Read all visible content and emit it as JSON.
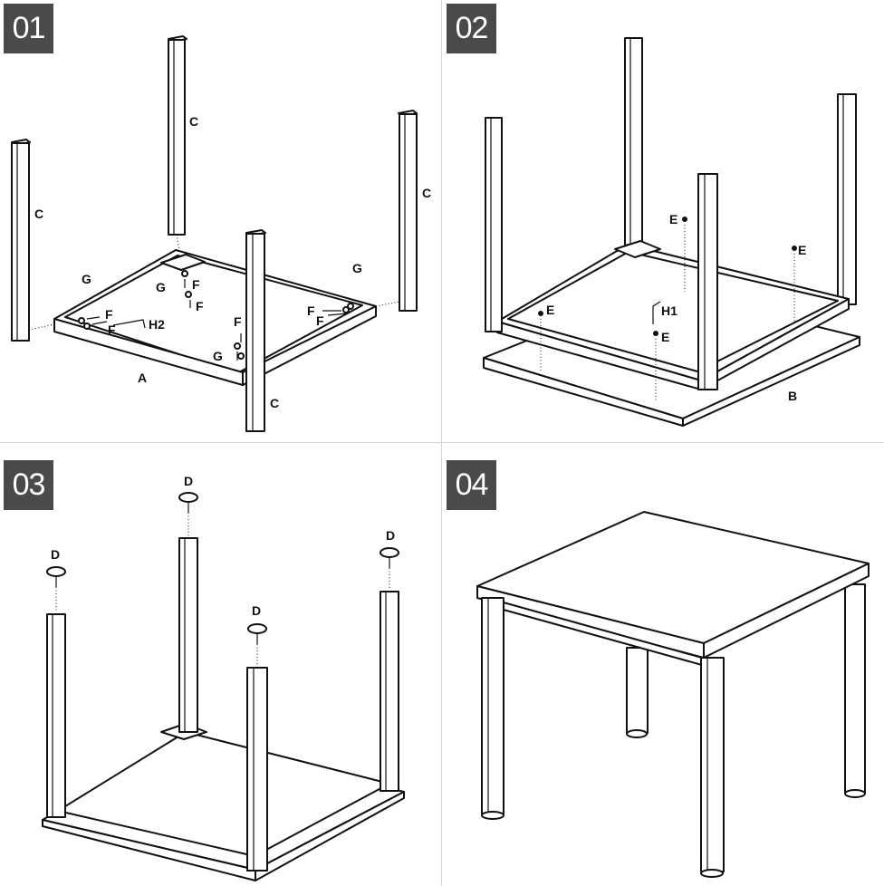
{
  "steps": [
    {
      "number": "01",
      "labels": {
        "leg_a": "C",
        "leg_b": "C",
        "leg_c": "C",
        "leg_d": "C",
        "frame": "A",
        "g1": "G",
        "g2": "G",
        "g3": "G",
        "g4": "G",
        "f1": "F",
        "f2": "F",
        "f3": "F",
        "f4": "F",
        "f5": "F",
        "f6": "F",
        "f7": "F",
        "wrench": "H2"
      }
    },
    {
      "number": "02",
      "labels": {
        "e1": "E",
        "e2": "E",
        "e3": "E",
        "e4": "E",
        "wrench": "H1",
        "board": "B"
      }
    },
    {
      "number": "03",
      "labels": {
        "d1": "D",
        "d2": "D",
        "d3": "D",
        "d4": "D"
      }
    },
    {
      "number": "04"
    }
  ],
  "colors": {
    "badge_bg": "#4a4a4a",
    "badge_text": "#ffffff",
    "line": "#111111"
  }
}
